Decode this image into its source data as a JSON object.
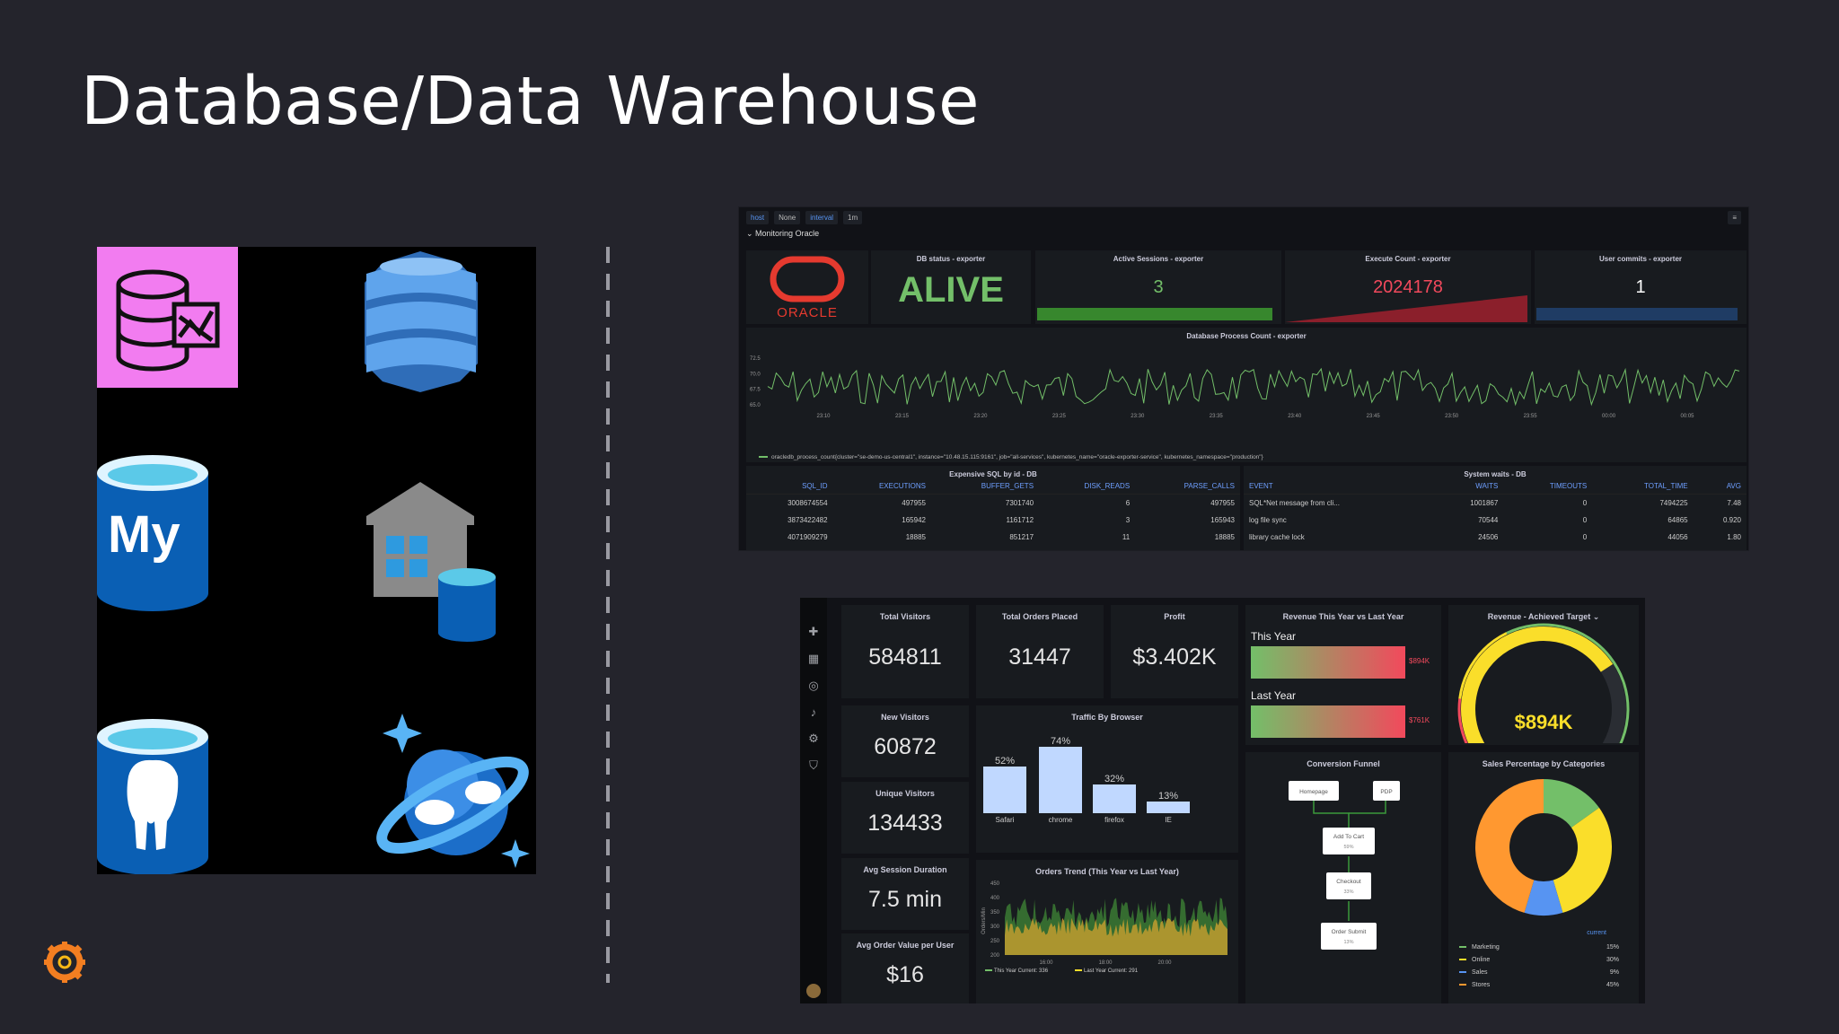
{
  "slide": {
    "title": "Database/Data Warehouse"
  },
  "icons": [
    {
      "name": "amazon-redshift-icon"
    },
    {
      "name": "amazon-dynamodb-icon"
    },
    {
      "name": "azure-mysql-icon",
      "label": "My"
    },
    {
      "name": "data-warehouse-icon"
    },
    {
      "name": "azure-postgresql-icon"
    },
    {
      "name": "azure-cosmos-db-icon"
    }
  ],
  "oracle": {
    "vars": {
      "host_label": "host",
      "host_value": "None",
      "interval_label": "interval",
      "interval_value": "1m"
    },
    "row_title": "Monitoring Oracle",
    "logo_text": "ORACLE",
    "stats": [
      {
        "title": "DB status - exporter",
        "value": "ALIVE",
        "color": "#73bf69"
      },
      {
        "title": "Active Sessions - exporter",
        "value": "3",
        "color": "#73bf69"
      },
      {
        "title": "Execute Count - exporter",
        "value": "2024178",
        "color": "#f2495c"
      },
      {
        "title": "User commits - exporter",
        "value": "1",
        "color": "#ffffff"
      }
    ],
    "process_chart": {
      "title": "Database Process Count - exporter",
      "yticks": [
        "72.5",
        "70.0",
        "67.5",
        "65.0"
      ],
      "xticks": [
        "23:10",
        "23:15",
        "23:20",
        "23:25",
        "23:30",
        "23:35",
        "23:40",
        "23:45",
        "23:50",
        "23:55",
        "00:00",
        "00:05"
      ],
      "legend": "oracledb_process_count{cluster=\"se-demo-us-central1\", instance=\"10.48.15.115:9161\", job=\"all-services\", kubernetes_name=\"oracle-exporter-service\", kubernetes_namespace=\"production\"}"
    },
    "sql_table": {
      "title": "Expensive SQL by id - DB",
      "columns": [
        "SQL_ID",
        "EXECUTIONS",
        "BUFFER_GETS",
        "DISK_READS",
        "PARSE_CALLS"
      ],
      "rows": [
        [
          "3008674554",
          "497955",
          "7301740",
          "6",
          "497955"
        ],
        [
          "3873422482",
          "165942",
          "1161712",
          "3",
          "165943"
        ],
        [
          "4071909279",
          "18885",
          "851217",
          "11",
          "18885"
        ]
      ]
    },
    "waits_table": {
      "title": "System waits - DB",
      "columns": [
        "EVENT",
        "WAITS",
        "TIMEOUTS",
        "TOTAL_TIME",
        "AVG"
      ],
      "rows": [
        [
          "SQL*Net message from cli...",
          "1001867",
          "0",
          "7494225",
          "7.48"
        ],
        [
          "log file sync",
          "70544",
          "0",
          "64865",
          "0.920"
        ],
        [
          "library cache lock",
          "24506",
          "0",
          "44056",
          "1.80"
        ]
      ]
    }
  },
  "sales": {
    "stats": [
      {
        "title": "Total Visitors",
        "value": "584811"
      },
      {
        "title": "Total Orders Placed",
        "value": "31447"
      },
      {
        "title": "Profit",
        "value": "$3.402K"
      },
      {
        "title": "New Visitors",
        "value": "60872"
      },
      {
        "title": "Unique Visitors",
        "value": "134433"
      },
      {
        "title": "Avg Session Duration",
        "value": "7.5 min"
      },
      {
        "title": "Avg Order Value per User",
        "value": "$16"
      }
    ],
    "revenue": {
      "title": "Revenue This Year vs Last Year",
      "this_label": "This Year",
      "this_value": "$894K",
      "last_label": "Last Year",
      "last_value": "$761K"
    },
    "gauge": {
      "title": "Revenue - Achieved Target",
      "value": "$894K",
      "fraction": 0.72
    },
    "traffic": {
      "title": "Traffic By Browser"
    },
    "orders_trend": {
      "title": "Orders Trend (This Year vs Last Year)",
      "ylabel": "Orders/Min",
      "yticks": [
        "450",
        "400",
        "350",
        "300",
        "250",
        "200"
      ],
      "xticks": [
        "16:00",
        "18:00",
        "20:00"
      ],
      "legend_this": "This Year  Current: 336",
      "legend_last": "Last Year  Current: 291"
    },
    "funnel": {
      "title": "Conversion Funnel",
      "nodes": [
        {
          "label": "Homepage",
          "pct": ""
        },
        {
          "label": "PDP",
          "pct": ""
        },
        {
          "label": "Add To Cart",
          "pct": "59%"
        },
        {
          "label": "Checkout",
          "pct": "33%"
        },
        {
          "label": "Order Submit",
          "pct": "13%"
        }
      ]
    },
    "categories": {
      "title": "Sales Percentage by Categories",
      "legend_header": "current",
      "items": [
        {
          "name": "Marketing",
          "value": "15%",
          "color": "#73bf69"
        },
        {
          "name": "Online",
          "value": "30%",
          "color": "#fade2a"
        },
        {
          "name": "Sales",
          "value": "9%",
          "color": "#5794f2"
        },
        {
          "name": "Stores",
          "value": "45%",
          "color": "#ff9830"
        }
      ]
    }
  },
  "chart_data": [
    {
      "type": "bar",
      "title": "Traffic By Browser",
      "categories": [
        "Safari",
        "chrome",
        "firefox",
        "IE"
      ],
      "values": [
        52,
        74,
        32,
        13
      ],
      "value_labels": [
        "52%",
        "74%",
        "32%",
        "13%"
      ],
      "ylim": [
        0,
        80
      ]
    },
    {
      "type": "pie",
      "title": "Sales Percentage by Categories",
      "categories": [
        "Marketing",
        "Online",
        "Sales",
        "Stores"
      ],
      "values": [
        15,
        30,
        9,
        45
      ]
    }
  ]
}
